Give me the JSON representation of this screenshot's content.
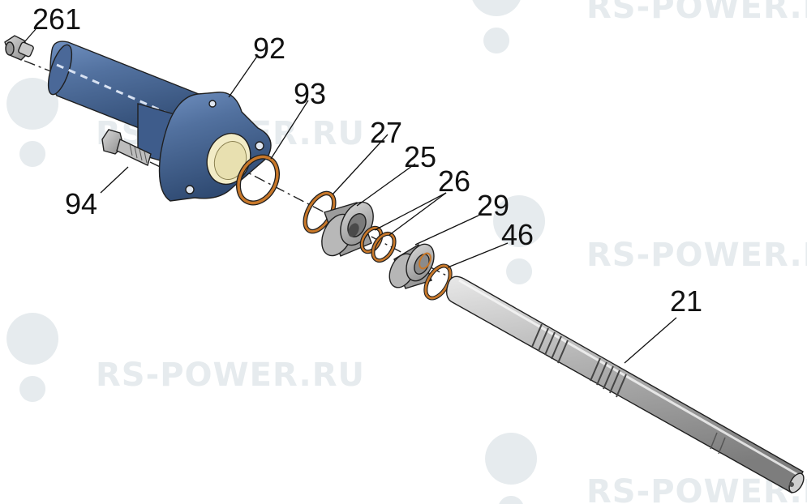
{
  "watermark": {
    "text": "RS-POWER.RU"
  },
  "callouts": {
    "c261": "261",
    "c92": "92",
    "c93": "93",
    "c94": "94",
    "c27": "27",
    "c25": "25",
    "c26": "26",
    "c29": "29",
    "c46": "46",
    "c21": "21"
  },
  "colors": {
    "housing": "#4d6d9e",
    "housing_dark": "#34507a",
    "oring": "#c8782a",
    "steel": "#a9a9a9",
    "steel_light": "#d4d4d4",
    "outline": "#1f1f1f"
  }
}
